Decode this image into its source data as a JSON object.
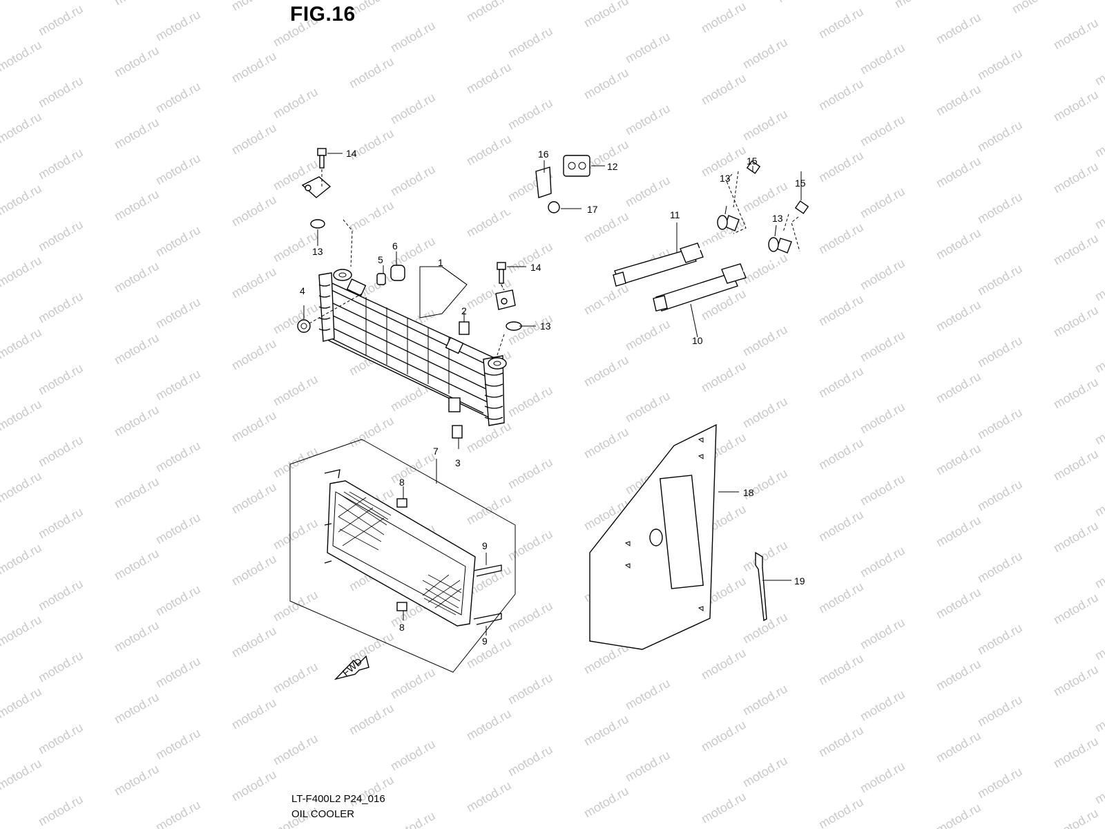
{
  "figure_title": "FIG.16",
  "footer": {
    "model_code": "LT-F400L2 P24_016",
    "section_name": "OIL COOLER"
  },
  "watermark": "motod.ru",
  "direction_arrow": "FWD",
  "callouts": [
    "1",
    "2",
    "3",
    "4",
    "5",
    "6",
    "7",
    "8",
    "8",
    "9",
    "9",
    "10",
    "11",
    "12",
    "13",
    "13",
    "13",
    "13",
    "14",
    "14",
    "15",
    "15",
    "16",
    "17",
    "18",
    "19"
  ]
}
